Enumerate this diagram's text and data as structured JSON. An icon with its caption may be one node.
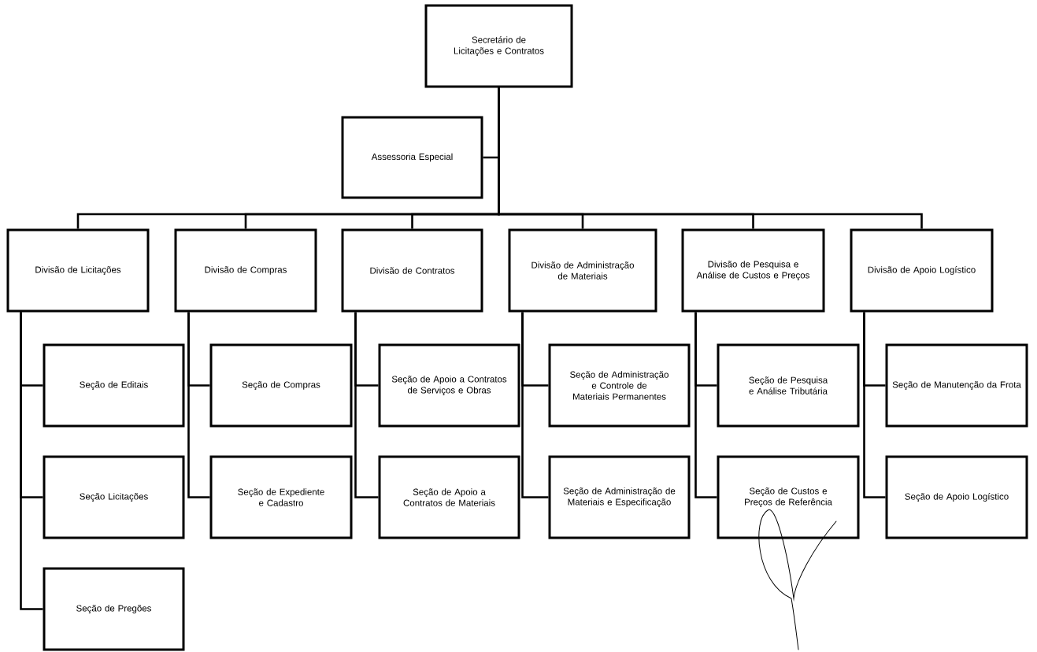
{
  "diagram": {
    "nodes": [
      {
        "text": [
          "Secretário de Licitações e Contratos"
        ]
      },
      {
        "text": [
          "Assessoria Especial"
        ]
      },
      {
        "text": [
          "Divisão de Licitações"
        ]
      },
      {
        "text": [
          "Divisão de Compras"
        ]
      },
      {
        "text": [
          "Divisão de Contratos"
        ]
      },
      {
        "text": [
          "Divisão de Administração de Materiais"
        ]
      },
      {
        "text": [
          "Divisão de Pesquisa e Análise de Custos e Preços"
        ]
      },
      {
        "text": [
          "Divisão de Apoio Logístico"
        ]
      },
      {
        "text": [
          "Seção de Editais"
        ]
      },
      {
        "text": [
          "Seção Licitações"
        ]
      },
      {
        "text": [
          "Seção de Pregões"
        ]
      },
      {
        "text": [
          "Seção de Compras"
        ]
      },
      {
        "text": [
          "Seção de Expediente e Cadastro"
        ]
      },
      {
        "text": [
          "Seção de Apoio a Contratos de Serviços e Obras"
        ]
      },
      {
        "text": [
          "Seção de Apoio a Contratos de Materiais"
        ]
      },
      {
        "text": [
          "Seção de Administração e Controle de Materiais Permanentes"
        ]
      },
      {
        "text": [
          "Seção de Administração de Materiais e Especificação"
        ]
      },
      {
        "text": [
          "Seção de Pesquisa e Análise Tributária"
        ]
      },
      {
        "text": [
          "Seção de Custos e Preços de Referência"
        ]
      },
      {
        "text": [
          "Seção de Manutenção da Frota"
        ]
      },
      {
        "text": [
          "Seção de Apoio Logístico"
        ]
      }
    ],
    "edges": [
      {
        "from": 0,
        "to": 1,
        "arrow": "none"
      },
      {
        "from": 0,
        "to": 2,
        "arrow": "none"
      },
      {
        "from": 0,
        "to": 3,
        "arrow": "none"
      },
      {
        "from": 0,
        "to": 4,
        "arrow": "none"
      },
      {
        "from": 0,
        "to": 5,
        "arrow": "none"
      },
      {
        "from": 0,
        "to": 6,
        "arrow": "none"
      },
      {
        "from": 0,
        "to": 7,
        "arrow": "none"
      },
      {
        "from": 2,
        "to": 8,
        "arrow": "none"
      },
      {
        "from": 2,
        "to": 9,
        "arrow": "none"
      },
      {
        "from": 2,
        "to": 10,
        "arrow": "none"
      },
      {
        "from": 3,
        "to": 11,
        "arrow": "none"
      },
      {
        "from": 3,
        "to": 12,
        "arrow": "none"
      },
      {
        "from": 4,
        "to": 13,
        "arrow": "none"
      },
      {
        "from": 4,
        "to": 14,
        "arrow": "none"
      },
      {
        "from": 5,
        "to": 15,
        "arrow": "none"
      },
      {
        "from": 5,
        "to": 16,
        "arrow": "none"
      },
      {
        "from": 6,
        "to": 17,
        "arrow": "none"
      },
      {
        "from": 6,
        "to": 18,
        "arrow": "none"
      },
      {
        "from": 7,
        "to": 19,
        "arrow": "none"
      },
      {
        "from": 7,
        "to": 20,
        "arrow": "none"
      }
    ]
  }
}
